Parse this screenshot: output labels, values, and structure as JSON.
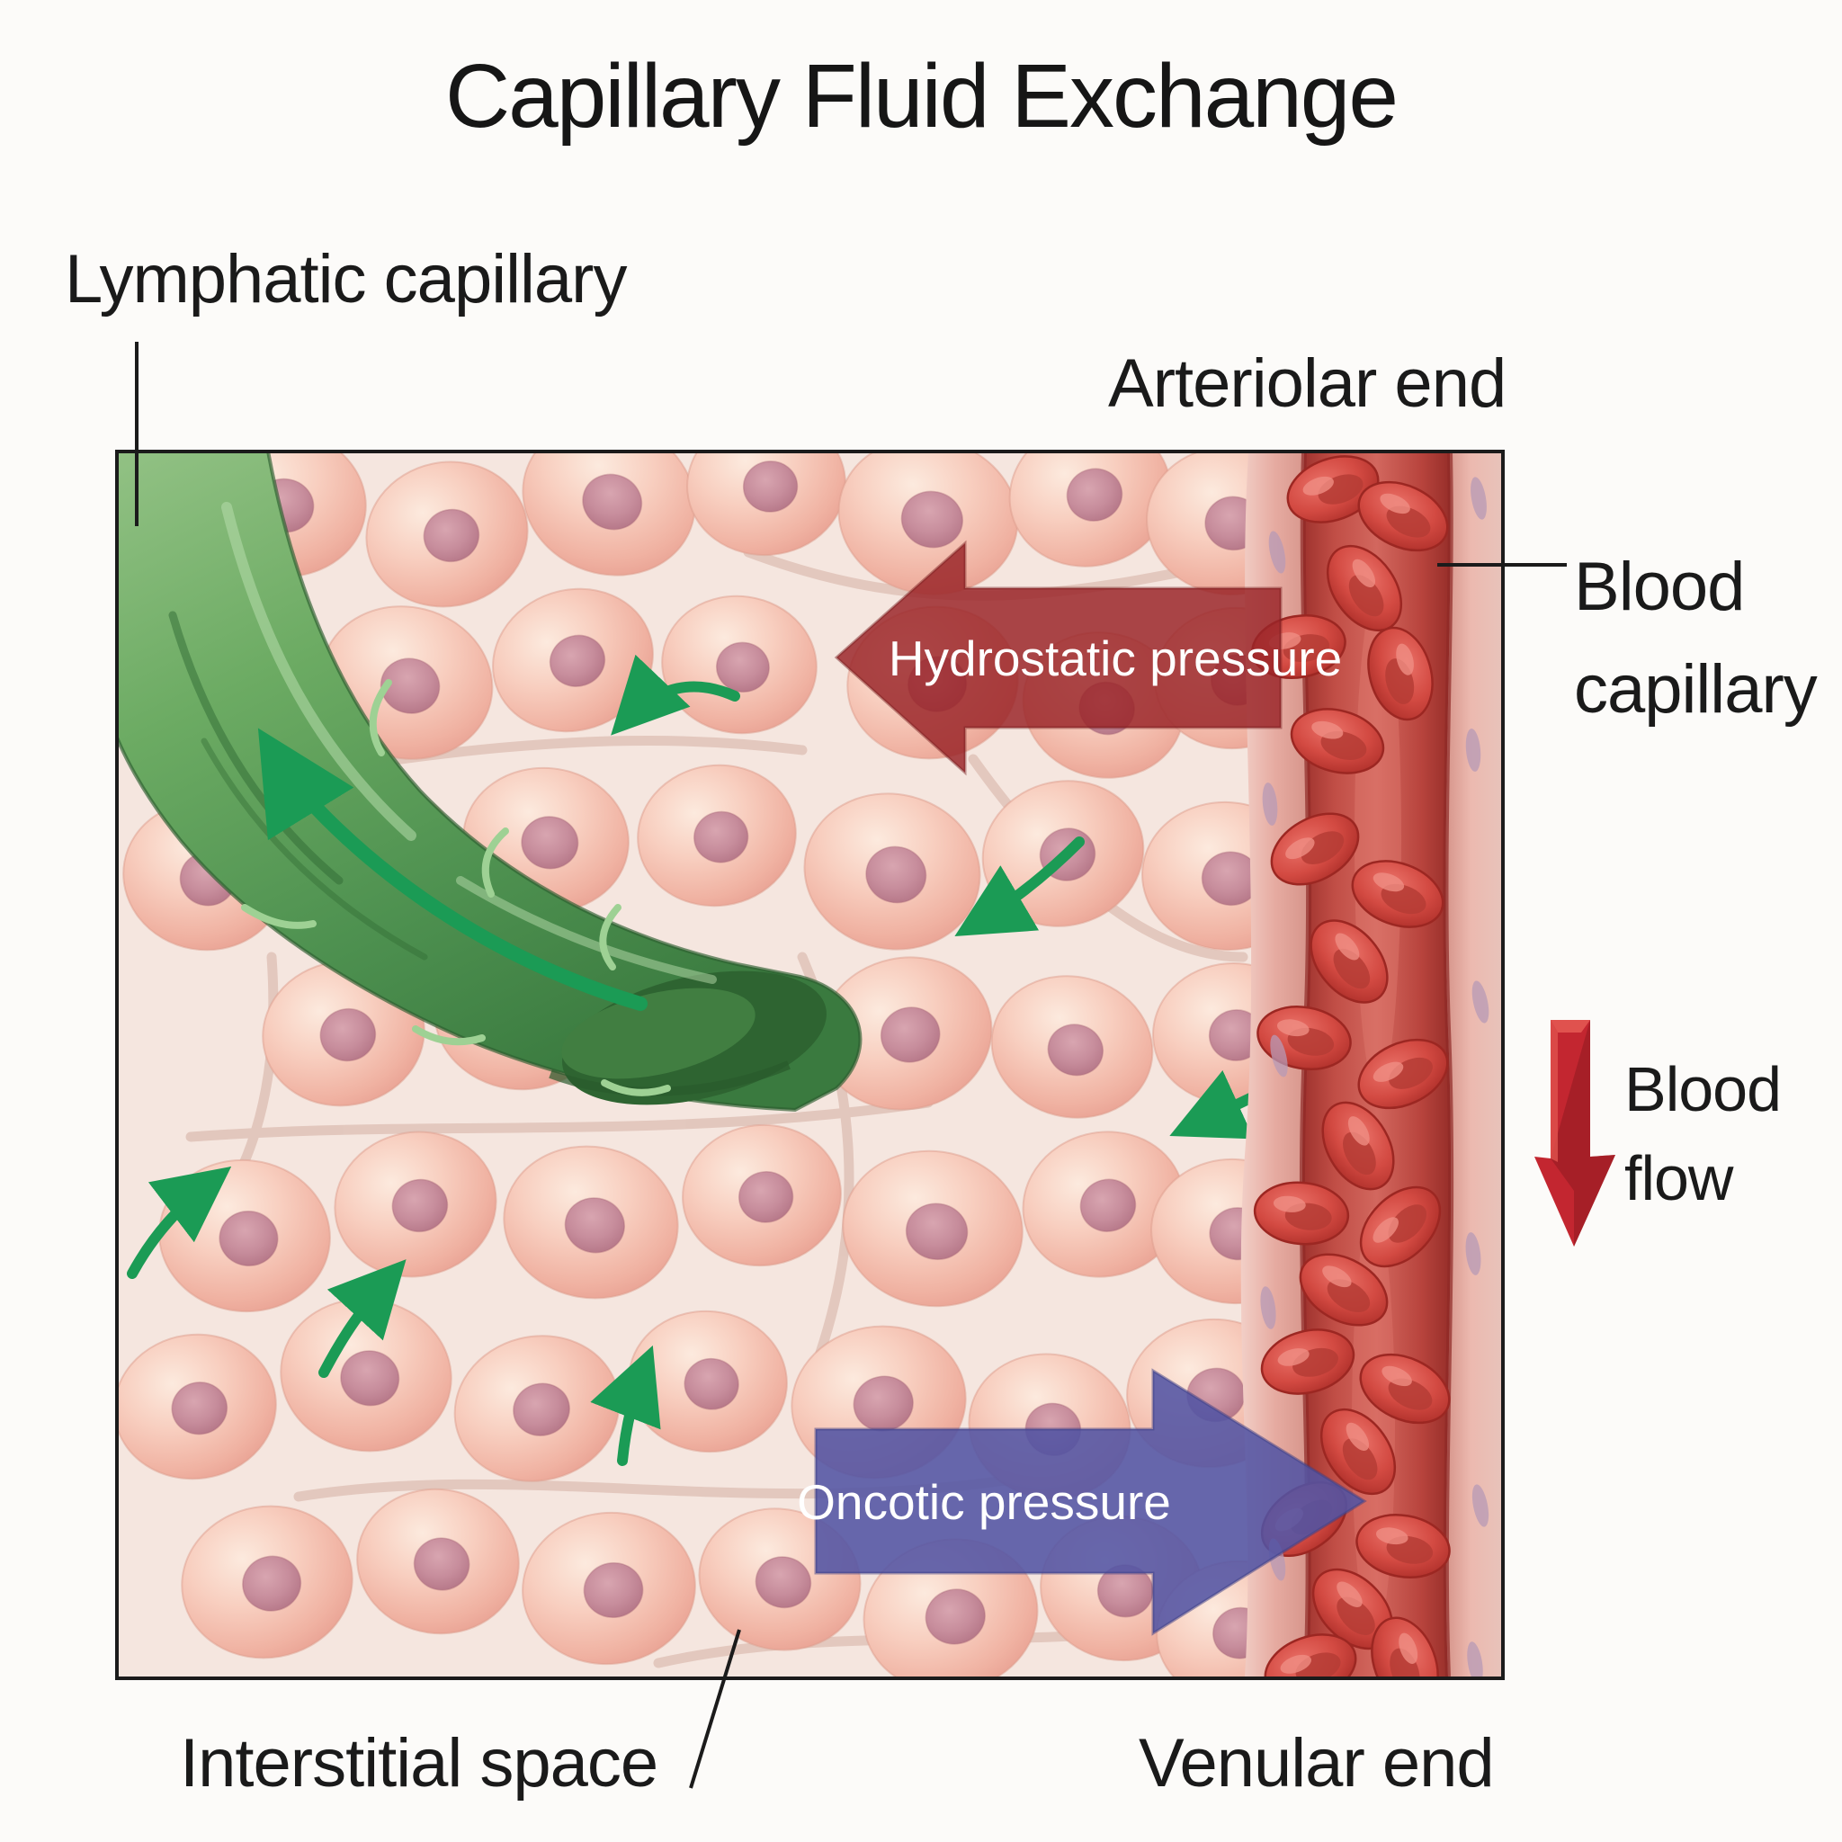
{
  "title": "Capillary Fluid Exchange",
  "labels": {
    "lymphatic_capillary": "Lymphatic capillary",
    "arteriolar_end": "Arteriolar end",
    "blood_capillary": "Blood capillary",
    "blood_flow": "Blood flow",
    "interstitial_space": "Interstitial space",
    "venular_end": "Venular end"
  },
  "pressure_arrows": {
    "hydrostatic": {
      "label": "Hydrostatic pressure",
      "direction": "left",
      "color": "#9a2529",
      "text_color": "#ffffff"
    },
    "oncotic": {
      "label": "Oncotic pressure",
      "direction": "right",
      "color": "#5254a4",
      "text_color": "#ffffff"
    }
  },
  "flow_indicators": {
    "blood_flow_arrow": {
      "direction": "down",
      "color": "#c32630"
    },
    "lymph_flow_arrows": {
      "color": "#1b9b55",
      "count": 7
    }
  },
  "colors": {
    "page_bg": "#fcfbf9",
    "box_outline": "#1b1b1b",
    "interstitial_bg": "#f5e6df",
    "tissue_cell": "#f4c4b4",
    "cell_nucleus": "#c2808f",
    "lymphatic_vessel": "#5a9a55",
    "capillary_wall": "#e6aba1",
    "capillary_lumen": "#c14a43",
    "red_blood_cell": "#cc3a36"
  },
  "illustration": {
    "cells": [
      [
        180,
        55,
        95,
        82,
        8
      ],
      [
        365,
        90,
        90,
        80,
        -12
      ],
      [
        545,
        50,
        97,
        84,
        20
      ],
      [
        720,
        35,
        88,
        78,
        -5
      ],
      [
        900,
        70,
        100,
        86,
        12
      ],
      [
        1080,
        45,
        90,
        80,
        -15
      ],
      [
        1235,
        75,
        92,
        82,
        5
      ],
      [
        130,
        290,
        88,
        80,
        -8
      ],
      [
        320,
        255,
        96,
        84,
        14
      ],
      [
        505,
        230,
        90,
        78,
        -18
      ],
      [
        690,
        235,
        86,
        76,
        8
      ],
      [
        905,
        255,
        95,
        84,
        -10
      ],
      [
        1095,
        280,
        90,
        80,
        16
      ],
      [
        1240,
        250,
        88,
        78,
        -6
      ],
      [
        95,
        470,
        90,
        82,
        10
      ],
      [
        285,
        455,
        95,
        84,
        -14
      ],
      [
        475,
        430,
        92,
        80,
        6
      ],
      [
        665,
        425,
        88,
        78,
        -8
      ],
      [
        860,
        465,
        98,
        86,
        12
      ],
      [
        1050,
        445,
        90,
        80,
        -16
      ],
      [
        1232,
        470,
        94,
        82,
        4
      ],
      [
        250,
        645,
        90,
        80,
        -10
      ],
      [
        445,
        625,
        94,
        82,
        8
      ],
      [
        875,
        645,
        96,
        84,
        -12
      ],
      [
        1060,
        660,
        90,
        78,
        14
      ],
      [
        1238,
        645,
        88,
        78,
        -4
      ],
      [
        140,
        870,
        95,
        84,
        6
      ],
      [
        330,
        835,
        90,
        80,
        -12
      ],
      [
        525,
        855,
        97,
        84,
        10
      ],
      [
        715,
        825,
        88,
        78,
        -6
      ],
      [
        905,
        862,
        100,
        86,
        8
      ],
      [
        1095,
        835,
        90,
        80,
        -14
      ],
      [
        1240,
        865,
        92,
        80,
        4
      ],
      [
        85,
        1060,
        90,
        80,
        -8
      ],
      [
        275,
        1025,
        95,
        84,
        10
      ],
      [
        465,
        1062,
        92,
        80,
        -14
      ],
      [
        655,
        1032,
        88,
        78,
        6
      ],
      [
        845,
        1055,
        97,
        84,
        -10
      ],
      [
        1035,
        1082,
        90,
        80,
        12
      ],
      [
        1215,
        1045,
        94,
        82,
        -6
      ],
      [
        165,
        1255,
        95,
        84,
        -10
      ],
      [
        355,
        1232,
        90,
        80,
        8
      ],
      [
        545,
        1262,
        96,
        84,
        -6
      ],
      [
        735,
        1252,
        90,
        78,
        12
      ],
      [
        925,
        1292,
        97,
        84,
        -12
      ],
      [
        1115,
        1262,
        90,
        80,
        6
      ],
      [
        1242,
        1310,
        88,
        78,
        -8
      ]
    ],
    "rbcs": [
      [
        1350,
        40,
        -20
      ],
      [
        1428,
        70,
        25
      ],
      [
        1385,
        150,
        55
      ],
      [
        1312,
        215,
        -10
      ],
      [
        1425,
        245,
        75
      ],
      [
        1355,
        320,
        15
      ],
      [
        1330,
        440,
        -30
      ],
      [
        1422,
        490,
        20
      ],
      [
        1368,
        565,
        50
      ],
      [
        1318,
        650,
        10
      ],
      [
        1428,
        690,
        -25
      ],
      [
        1378,
        770,
        60
      ],
      [
        1315,
        845,
        5
      ],
      [
        1425,
        860,
        -45
      ],
      [
        1362,
        930,
        30
      ],
      [
        1322,
        1010,
        -15
      ],
      [
        1430,
        1040,
        25
      ],
      [
        1378,
        1110,
        55
      ],
      [
        1318,
        1185,
        -35
      ],
      [
        1428,
        1215,
        10
      ],
      [
        1372,
        1285,
        45
      ],
      [
        1325,
        1350,
        -20
      ],
      [
        1430,
        1345,
        70
      ]
    ],
    "endothelial_nuclei": [
      [
        1288,
        110,
        78
      ],
      [
        1280,
        390,
        84
      ],
      [
        1290,
        670,
        76
      ],
      [
        1278,
        950,
        82
      ],
      [
        1288,
        1230,
        78
      ],
      [
        1512,
        50,
        80
      ],
      [
        1506,
        330,
        85
      ],
      [
        1514,
        610,
        78
      ],
      [
        1506,
        890,
        83
      ],
      [
        1514,
        1170,
        79
      ],
      [
        1508,
        1345,
        81
      ]
    ]
  }
}
